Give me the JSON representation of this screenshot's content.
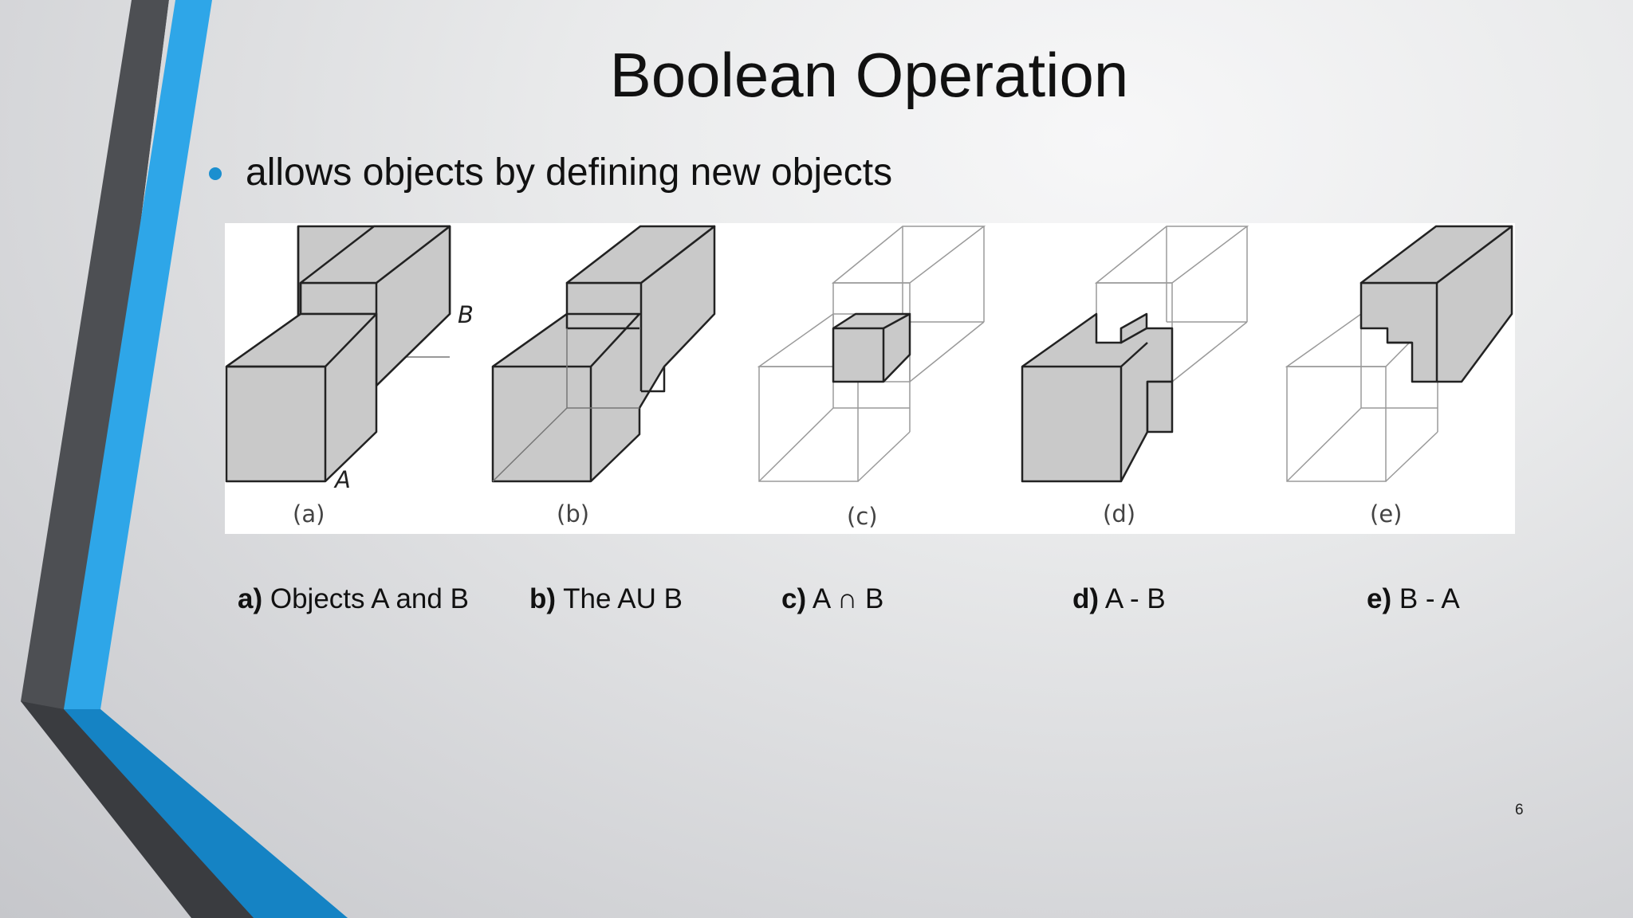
{
  "slide": {
    "title": "Boolean Operation",
    "bullet": "allows objects by defining new objects",
    "figure": {
      "panel_labels": [
        "(a)",
        "(b)",
        "(c)",
        "(d)",
        "(e)"
      ],
      "object_letters": {
        "a": "A",
        "b": "B"
      }
    },
    "captions": [
      {
        "key": "a)",
        "text": "Objects A and B"
      },
      {
        "key": "b)",
        "text": "The AU B"
      },
      {
        "key": "c)",
        "text": "A ∩ B"
      },
      {
        "key": "d)",
        "text": "A - B"
      },
      {
        "key": "e)",
        "text": "B - A"
      }
    ],
    "page_number": "6"
  },
  "colors": {
    "accent_blue": "#2ea6e8",
    "accent_dark_blue": "#1583c4",
    "accent_gray": "#4b4d51",
    "bullet": "#1b8fcf",
    "solid_fill": "#c9c9c9"
  }
}
